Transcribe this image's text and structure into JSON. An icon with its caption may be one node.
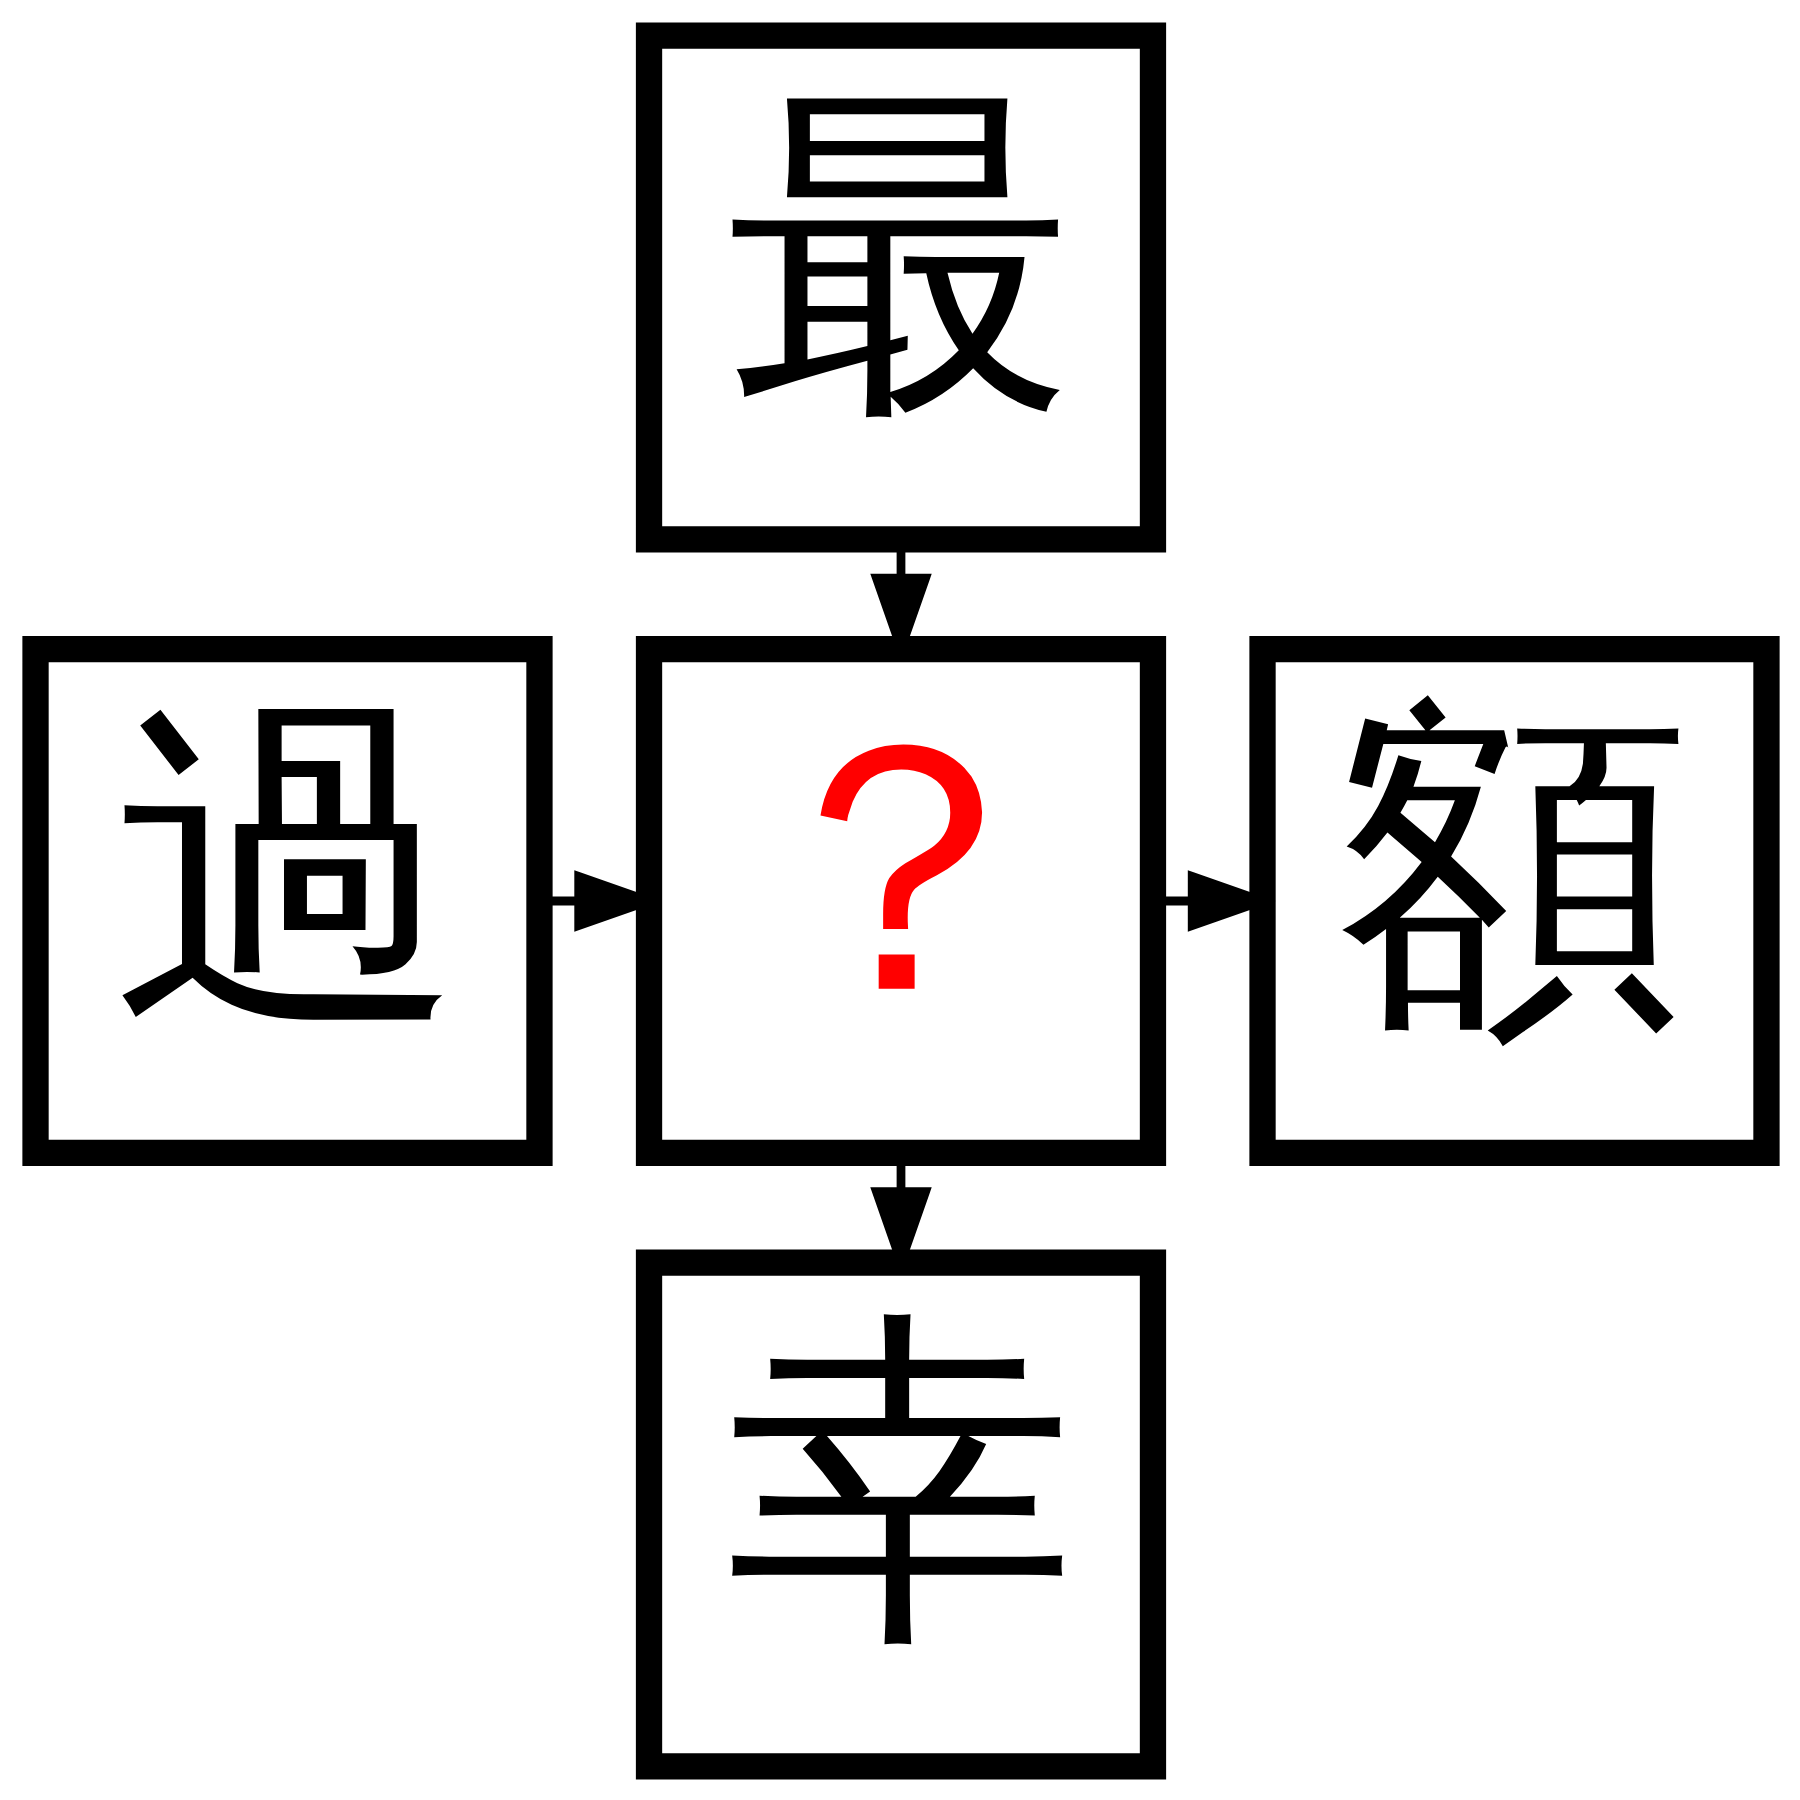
{
  "diagram": {
    "nodes": [
      {
        "text": [
          "最"
        ]
      },
      {
        "text": [
          "過"
        ]
      },
      {
        "text": [
          "？"
        ]
      },
      {
        "text": [
          "額"
        ]
      },
      {
        "text": [
          "幸"
        ]
      }
    ],
    "edges": [
      {
        "from": 0,
        "to": 2,
        "arrow": "to"
      },
      {
        "from": 1,
        "to": 2,
        "arrow": "to"
      },
      {
        "from": 2,
        "to": 3,
        "arrow": "to"
      },
      {
        "from": 2,
        "to": 4,
        "arrow": "to"
      }
    ]
  }
}
